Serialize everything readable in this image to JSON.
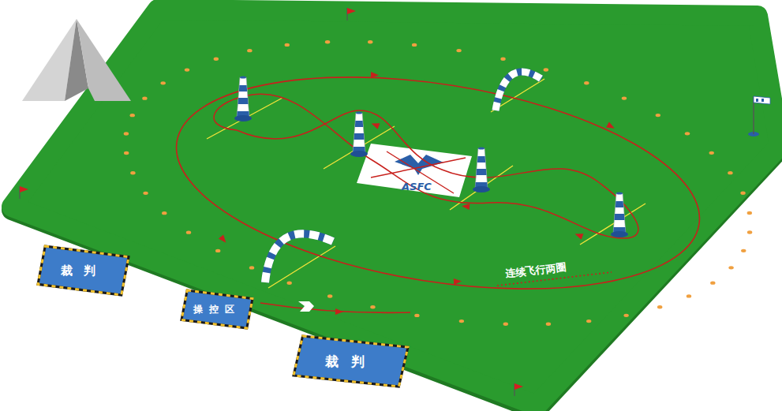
{
  "diagram": {
    "nodes": [
      {
        "text": [
          "ASFC"
        ]
      },
      {
        "text": [
          "裁判"
        ]
      },
      {
        "text": [
          "操控区"
        ]
      },
      {
        "text": [
          "裁判"
        ]
      }
    ],
    "labels": [
      "连续飞行两圈"
    ]
  }
}
